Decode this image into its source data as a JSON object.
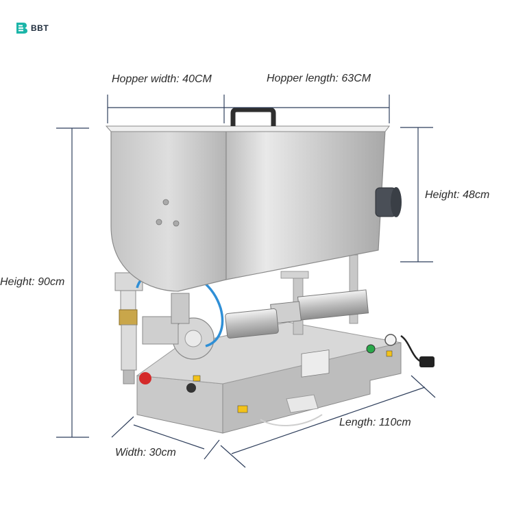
{
  "logo": {
    "text": "BBT",
    "accent": "#1bb5a8"
  },
  "dimensions": {
    "hopper_width": "Hopper width: 40CM",
    "hopper_length": "Hopper length: 63CM",
    "hopper_height": "Height: 48cm",
    "total_height": "Height: 90cm",
    "width": "Width: 30cm",
    "length": "Length: 110cm"
  },
  "colors": {
    "dimension_line": "#2f3f5c",
    "steel_light": "#e6e6e6",
    "steel_dark": "#9a9a9a",
    "hose": "#2f8fd6",
    "button_red": "#d42a2a",
    "button_green": "#2aa84a",
    "warning_yellow": "#f2c21b"
  }
}
